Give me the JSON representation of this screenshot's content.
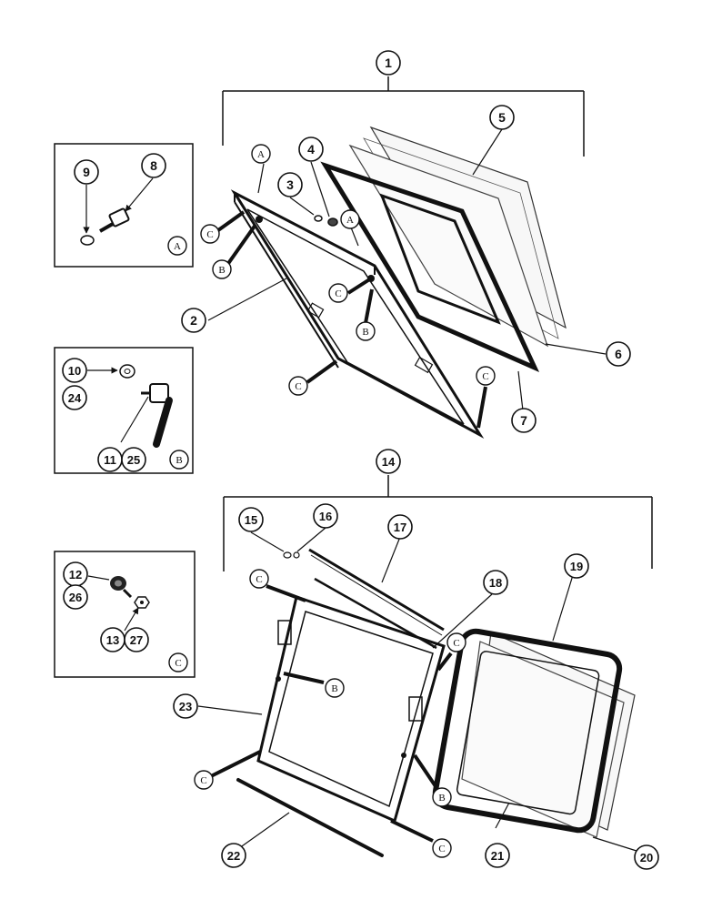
{
  "callouts": [
    "1",
    "2",
    "3",
    "4",
    "5",
    "6",
    "7",
    "8",
    "9",
    "10",
    "24",
    "11",
    "25",
    "12",
    "26",
    "13",
    "27",
    "14",
    "15",
    "16",
    "17",
    "18",
    "19",
    "20",
    "21",
    "22",
    "23"
  ],
  "letters": {
    "A": "A",
    "B": "B",
    "C": "C"
  },
  "colors": {
    "ink": "#111111",
    "paper": "#ffffff",
    "glass": "#f4f4f4"
  }
}
